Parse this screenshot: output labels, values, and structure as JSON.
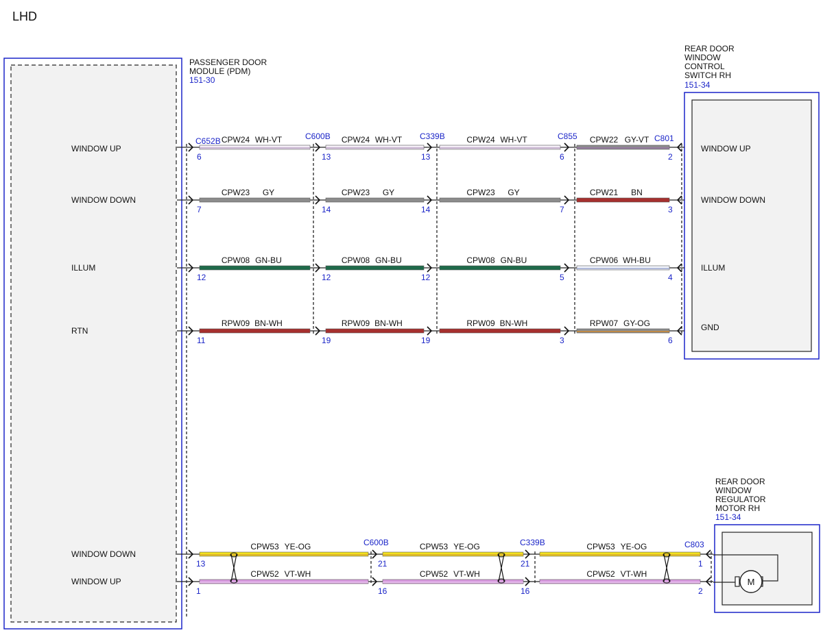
{
  "title": "LHD",
  "colors": {
    "WH-VT": [
      "#f4eef6",
      "#b9a0c4"
    ],
    "GY": [
      "#8c8c8c",
      "#8c8c8c"
    ],
    "GN-BU": [
      "#1f6b4a",
      "#1f6b4a"
    ],
    "BN-WH": [
      "#a6302e",
      "#a6302e"
    ],
    "GY-VT": [
      "#8c8c8c",
      "#9a74a8"
    ],
    "BN": [
      "#a6302e",
      "#a6302e"
    ],
    "WH-BU": [
      "#f2f4fb",
      "#9aa6cf"
    ],
    "GY-OG": [
      "#8c8c8c",
      "#d08a30"
    ],
    "YE-OG": [
      "#f2e21e",
      "#d8a533"
    ],
    "VT-WH": [
      "#d99ae0",
      "#e8c6ee"
    ],
    "border_blue": "#1a24c8"
  },
  "components": {
    "pdm": {
      "name_lines": [
        "PASSENGER DOOR",
        "MODULE (PDM)"
      ],
      "ref": "151-30"
    },
    "switch": {
      "name_lines": [
        "REAR DOOR",
        "WINDOW",
        "CONTROL",
        "SWITCH RH"
      ],
      "ref": "151-34"
    },
    "motor": {
      "name_lines": [
        "REAR DOOR",
        "WINDOW",
        "REGULATOR",
        "MOTOR RH"
      ],
      "ref": "151-34",
      "symbol": "M"
    }
  },
  "pdm_pins": [
    "WINDOW UP",
    "WINDOW DOWN",
    "ILLUM",
    "RTN",
    "WINDOW DOWN",
    "WINDOW UP"
  ],
  "switch_pins": [
    "WINDOW UP",
    "WINDOW DOWN",
    "ILLUM",
    "GND"
  ],
  "connectors": {
    "top": [
      "C652B",
      "C600B",
      "C339B",
      "C855",
      "C801"
    ],
    "bottom": [
      "C600B",
      "C339B",
      "C803"
    ]
  },
  "circuits": [
    {
      "segments": [
        {
          "circuit": "CPW24",
          "color": "WH-VT"
        },
        {
          "circuit": "CPW24",
          "color": "WH-VT"
        },
        {
          "circuit": "CPW24",
          "color": "WH-VT"
        },
        {
          "circuit": "CPW22",
          "color": "GY-VT"
        }
      ],
      "pins": [
        "6",
        "13",
        "13",
        "6",
        "2"
      ]
    },
    {
      "segments": [
        {
          "circuit": "CPW23",
          "color": "GY"
        },
        {
          "circuit": "CPW23",
          "color": "GY"
        },
        {
          "circuit": "CPW23",
          "color": "GY"
        },
        {
          "circuit": "CPW21",
          "color": "BN"
        }
      ],
      "pins": [
        "7",
        "14",
        "14",
        "7",
        "3"
      ]
    },
    {
      "segments": [
        {
          "circuit": "CPW08",
          "color": "GN-BU"
        },
        {
          "circuit": "CPW08",
          "color": "GN-BU"
        },
        {
          "circuit": "CPW08",
          "color": "GN-BU"
        },
        {
          "circuit": "CPW06",
          "color": "WH-BU"
        }
      ],
      "pins": [
        "12",
        "12",
        "12",
        "5",
        "4"
      ]
    },
    {
      "segments": [
        {
          "circuit": "RPW09",
          "color": "BN-WH"
        },
        {
          "circuit": "RPW09",
          "color": "BN-WH"
        },
        {
          "circuit": "RPW09",
          "color": "BN-WH"
        },
        {
          "circuit": "RPW07",
          "color": "GY-OG"
        }
      ],
      "pins": [
        "11",
        "19",
        "19",
        "3",
        "6"
      ]
    },
    {
      "segments": [
        {
          "circuit": "CPW53",
          "color": "YE-OG"
        },
        {
          "circuit": "CPW53",
          "color": "YE-OG"
        },
        {
          "circuit": "CPW53",
          "color": "YE-OG"
        }
      ],
      "pins": [
        "13",
        "21",
        "21",
        "1"
      ]
    },
    {
      "segments": [
        {
          "circuit": "CPW52",
          "color": "VT-WH"
        },
        {
          "circuit": "CPW52",
          "color": "VT-WH"
        },
        {
          "circuit": "CPW52",
          "color": "VT-WH"
        }
      ],
      "pins": [
        "1",
        "16",
        "16",
        "2"
      ]
    }
  ]
}
